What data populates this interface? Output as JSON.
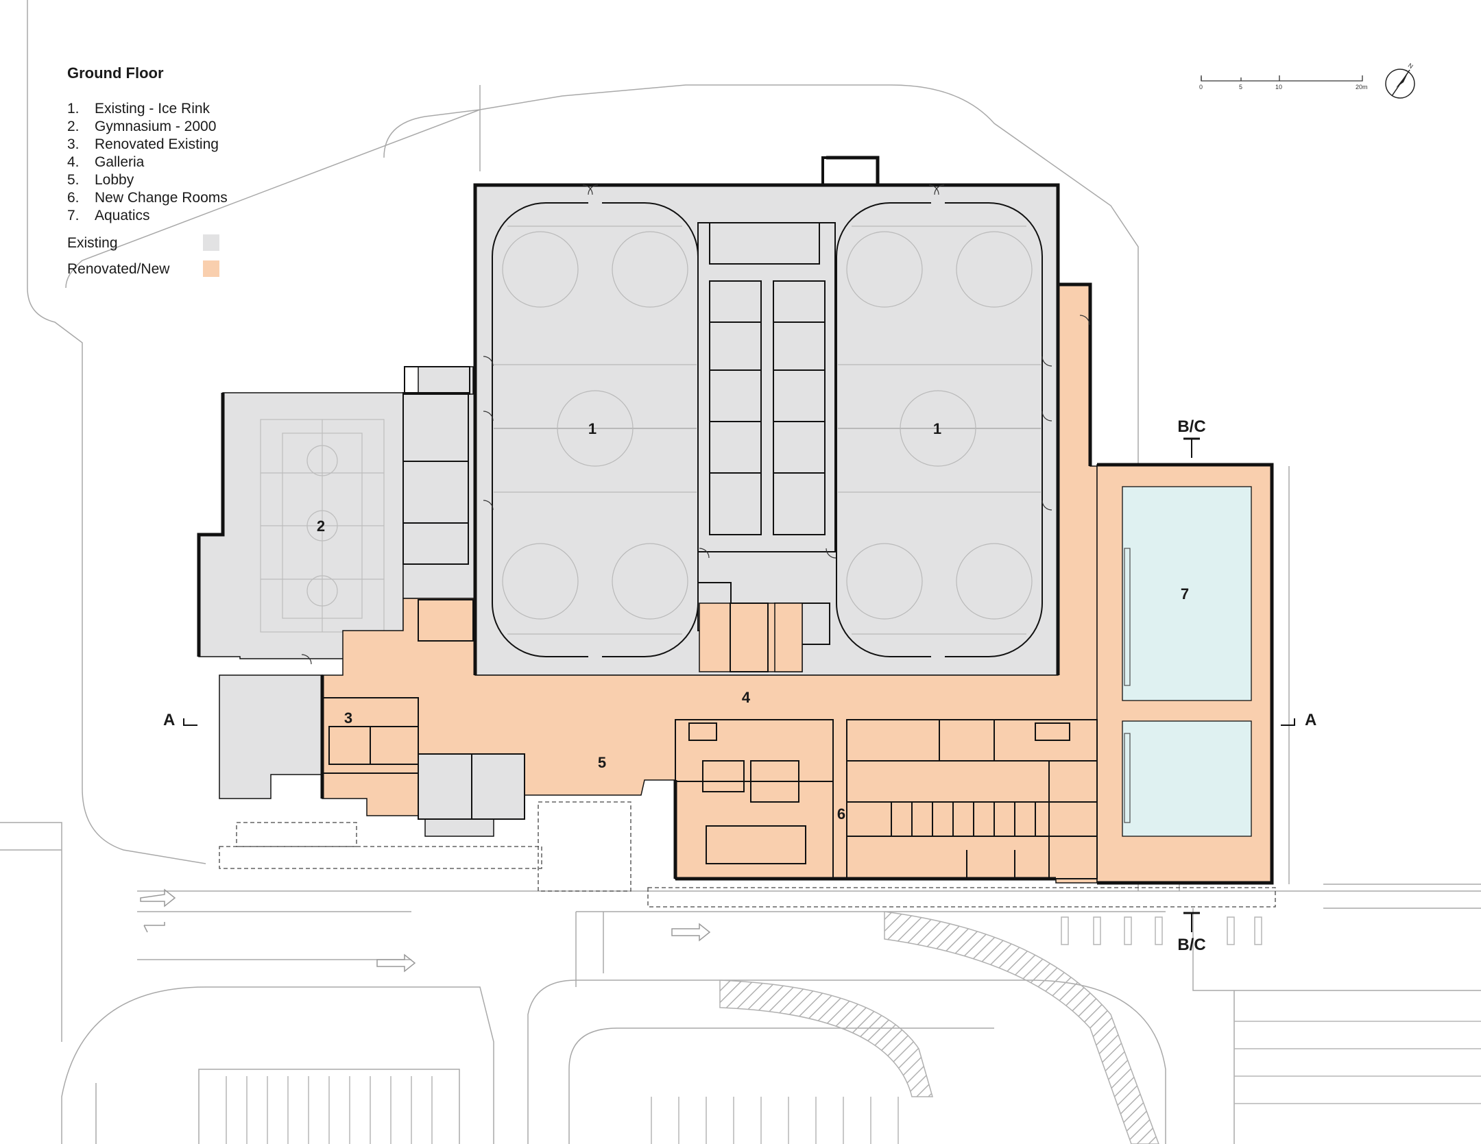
{
  "legend": {
    "title": "Ground Floor",
    "items": [
      {
        "num": "1.",
        "label": "Existing - Ice Rink"
      },
      {
        "num": "2.",
        "label": "Gymnasium - 2000"
      },
      {
        "num": "3.",
        "label": "Renovated Existing"
      },
      {
        "num": "4.",
        "label": "Galleria"
      },
      {
        "num": "5.",
        "label": "Lobby"
      },
      {
        "num": "6.",
        "label": "New Change Rooms"
      },
      {
        "num": "7.",
        "label": "Aquatics"
      }
    ],
    "key": [
      {
        "label": "Existing",
        "color": "#e2e2e3"
      },
      {
        "label": "Renovated/New",
        "color": "#f9cfae"
      }
    ]
  },
  "plan_labels": {
    "rink_west": "1",
    "rink_east": "1",
    "gym": "2",
    "renovated": "3",
    "galleria": "4",
    "lobby": "5",
    "change_rooms": "6",
    "aquatics": "7"
  },
  "section_markers": {
    "a_left": "A",
    "a_right": "A",
    "bc_top": "B/C",
    "bc_bottom": "B/C"
  },
  "scale_bar": {
    "ticks": [
      "0",
      "5",
      "10",
      "20m"
    ]
  },
  "north_arrow": {
    "label": "N"
  },
  "colors": {
    "existing": "#e2e2e3",
    "new": "#f9cfae",
    "pool": "#dff1f1",
    "wall": "#111111",
    "site_line": "#9a9a9a"
  }
}
